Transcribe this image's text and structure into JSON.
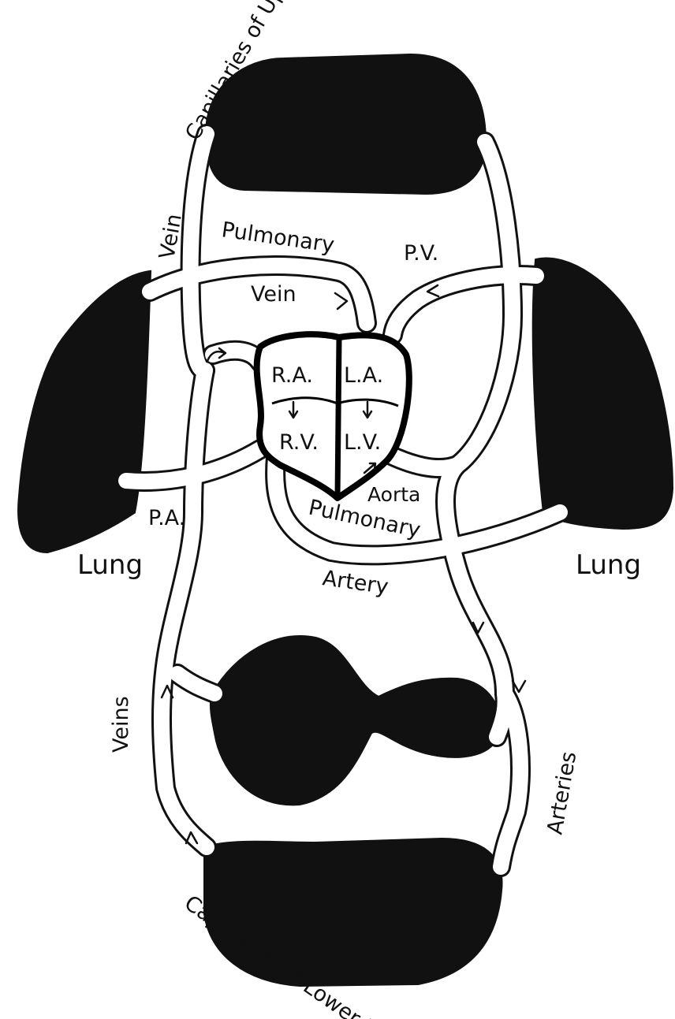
{
  "labels": {
    "capillaries_upper": "Capillaries of Upper Parts",
    "capillaries_lower": "Capillaries of Lower Parts",
    "vein": "Vein",
    "pulmonary_vein_top": "Pulmonary",
    "pulmonary_vein_bottom": "Vein",
    "pv": "P.V.",
    "ra": "R.A.",
    "la": "L.A.",
    "rv": "R.V.",
    "lv": "L.V.",
    "aorta": "Aorta",
    "pa": "P.A.",
    "pulmonary_artery_top": "Pulmonary",
    "pulmonary_artery_bottom": "Artery",
    "lung_left": "Lung",
    "lung_right": "Lung",
    "veins": "Veins",
    "arteries": "Arteries"
  },
  "colors": {
    "ink": "#111111",
    "paper": "#ffffff"
  }
}
